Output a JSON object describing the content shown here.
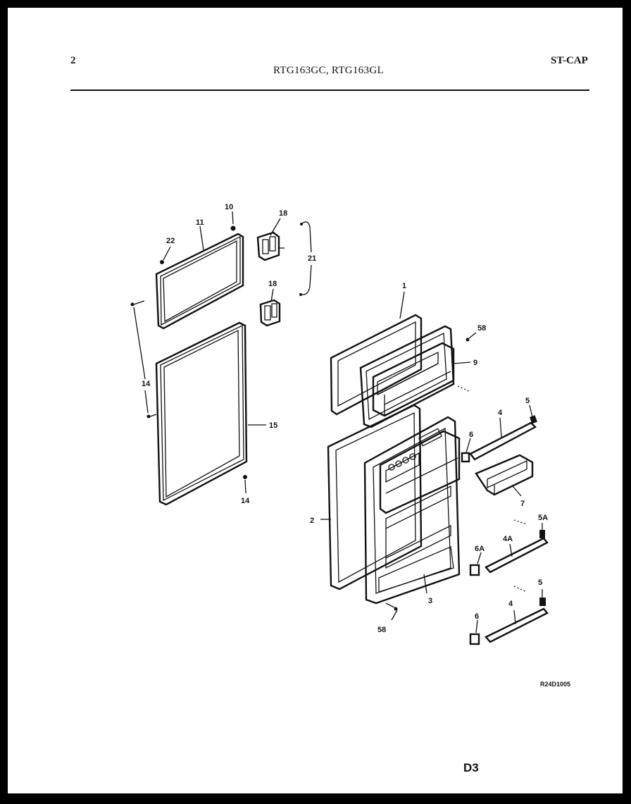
{
  "header": {
    "page_number": "2",
    "model_numbers": "RTG163GC, RTG163GL",
    "code": "ST-CAP"
  },
  "diagram": {
    "drawing_code": "R24D1005",
    "section": "D3"
  },
  "callouts": [
    {
      "id": "c-1",
      "text": "1"
    },
    {
      "id": "c-2",
      "text": "2"
    },
    {
      "id": "c-3",
      "text": "3"
    },
    {
      "id": "c-4a",
      "text": "4"
    },
    {
      "id": "c-4b",
      "text": "4"
    },
    {
      "id": "c-4A",
      "text": "4A"
    },
    {
      "id": "c-5a",
      "text": "5"
    },
    {
      "id": "c-5b",
      "text": "5"
    },
    {
      "id": "c-5A",
      "text": "5A"
    },
    {
      "id": "c-6a",
      "text": "6"
    },
    {
      "id": "c-6b",
      "text": "6"
    },
    {
      "id": "c-6A",
      "text": "6A"
    },
    {
      "id": "c-7",
      "text": "7"
    },
    {
      "id": "c-9",
      "text": "9"
    },
    {
      "id": "c-10",
      "text": "10"
    },
    {
      "id": "c-11",
      "text": "11"
    },
    {
      "id": "c-14a",
      "text": "14"
    },
    {
      "id": "c-14b",
      "text": "14"
    },
    {
      "id": "c-15",
      "text": "15"
    },
    {
      "id": "c-18a",
      "text": "18"
    },
    {
      "id": "c-18b",
      "text": "18"
    },
    {
      "id": "c-21",
      "text": "21"
    },
    {
      "id": "c-22",
      "text": "22"
    },
    {
      "id": "c-58a",
      "text": "58"
    },
    {
      "id": "c-58b",
      "text": "58"
    }
  ]
}
